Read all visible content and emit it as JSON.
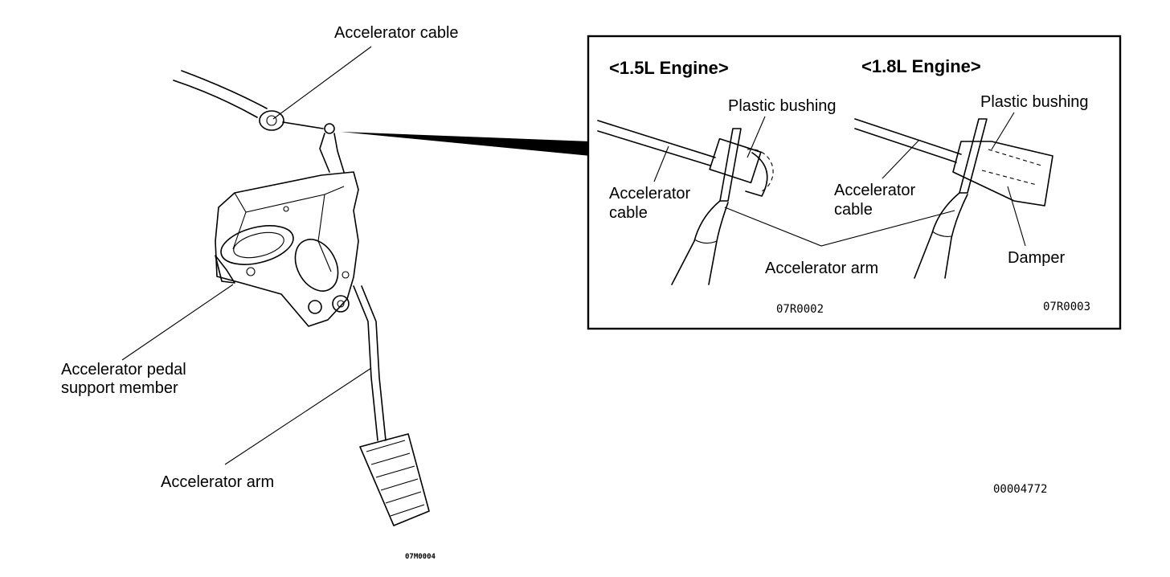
{
  "labels": {
    "accelerator_cable": "Accelerator cable",
    "pedal_support_line1": "Accelerator pedal",
    "pedal_support_line2": "support member",
    "accelerator_arm": "Accelerator arm",
    "main_code": "07M0004",
    "figure_number": "00004772"
  },
  "inset": {
    "engine_15_title": "<1.5L Engine>",
    "engine_18_title": "<1.8L Engine>",
    "plastic_bushing_15": "Plastic bushing",
    "plastic_bushing_18": "Plastic bushing",
    "accel_cable_15_line1": "Accelerator",
    "accel_cable_15_line2": "cable",
    "accel_cable_18_line1": "Accelerator",
    "accel_cable_18_line2": "cable",
    "accelerator_arm": "Accelerator arm",
    "damper": "Damper",
    "code_15": "07R0002",
    "code_18": "07R0003"
  }
}
